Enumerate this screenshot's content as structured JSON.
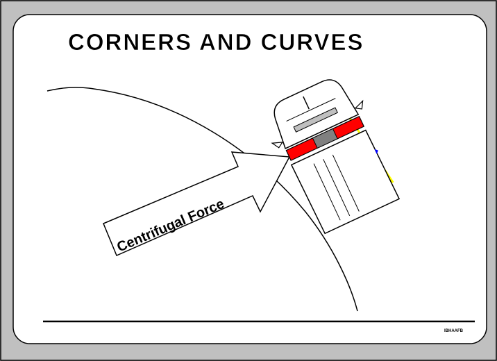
{
  "slide": {
    "title": "CORNERS AND CURVES",
    "force_label": "Centrifugal Force",
    "footer_code": "IBHAAFB"
  },
  "colors": {
    "frame_gray": "#c0c0c0",
    "ink": "#000000",
    "paper": "#ffffff",
    "lamp_red": "#ff0000",
    "bumper_gray": "#808080",
    "windshield_gray": "#c0c0c0",
    "reflection_yellow": "#ffff00",
    "side_mark_blue": "#0000ff"
  },
  "icons": {
    "vehicle": "truck-top-view-icon",
    "arrow": "force-arrow-icon"
  }
}
